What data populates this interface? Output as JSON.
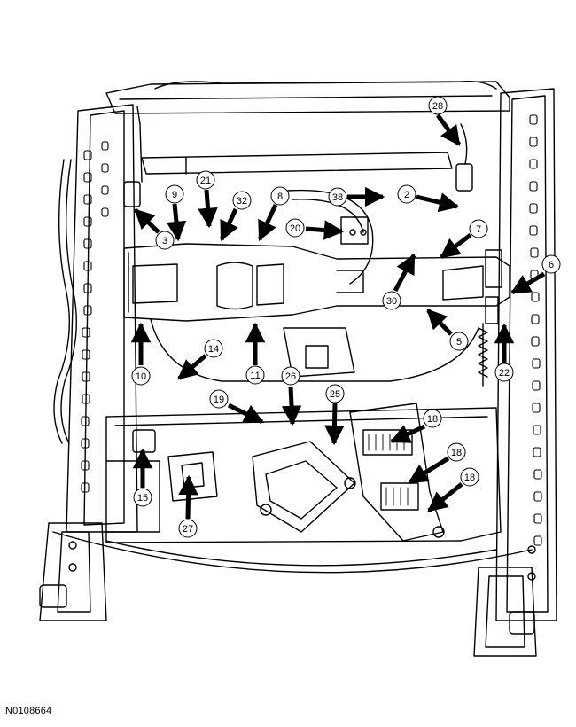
{
  "figure": {
    "reference_code": "N0108664",
    "callouts": [
      {
        "id": "c28",
        "label": "28"
      },
      {
        "id": "c21",
        "label": "21"
      },
      {
        "id": "c9",
        "label": "9"
      },
      {
        "id": "c32",
        "label": "32"
      },
      {
        "id": "c8",
        "label": "8"
      },
      {
        "id": "c38",
        "label": "38"
      },
      {
        "id": "c2",
        "label": "2"
      },
      {
        "id": "c20",
        "label": "20"
      },
      {
        "id": "c7",
        "label": "7"
      },
      {
        "id": "c3",
        "label": "3"
      },
      {
        "id": "c6",
        "label": "6"
      },
      {
        "id": "c30",
        "label": "30"
      },
      {
        "id": "c5",
        "label": "5"
      },
      {
        "id": "c10",
        "label": "10"
      },
      {
        "id": "c14",
        "label": "14"
      },
      {
        "id": "c11",
        "label": "11"
      },
      {
        "id": "c26",
        "label": "26"
      },
      {
        "id": "c25",
        "label": "25"
      },
      {
        "id": "c22",
        "label": "22"
      },
      {
        "id": "c19",
        "label": "19"
      },
      {
        "id": "c18a",
        "label": "18"
      },
      {
        "id": "c18b",
        "label": "18"
      },
      {
        "id": "c18c",
        "label": "18"
      },
      {
        "id": "c15",
        "label": "15"
      },
      {
        "id": "c27",
        "label": "27"
      }
    ]
  }
}
